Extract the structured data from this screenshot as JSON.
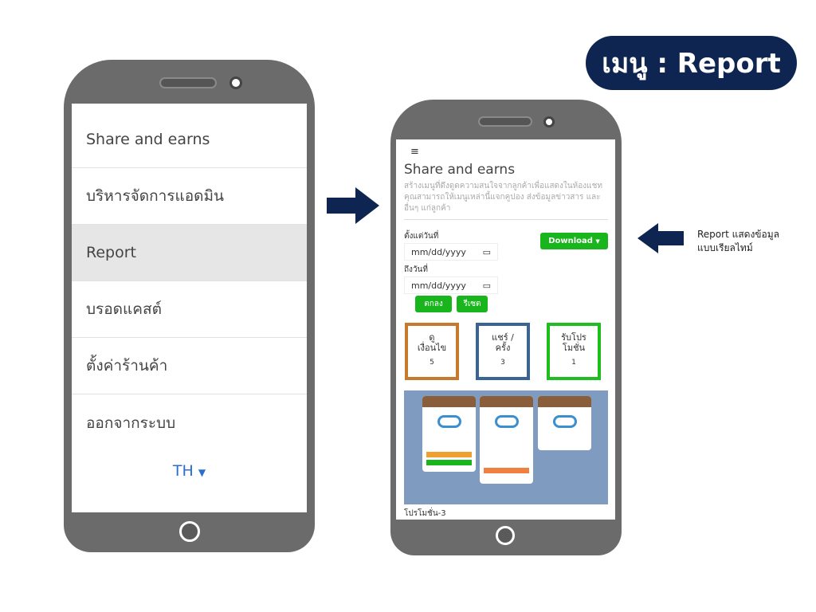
{
  "title_badge": "เมนู : Report",
  "left_phone": {
    "menu": [
      {
        "label": "Share and earns"
      },
      {
        "label": "บริหารจัดการแอดมิน"
      },
      {
        "label": "Report",
        "active": true
      },
      {
        "label": "บรอดแคสต์"
      },
      {
        "label": "ตั้งค่าร้านค้า"
      },
      {
        "label": "ออกจากระบบ"
      }
    ],
    "language": "TH"
  },
  "right_phone": {
    "page_title": "Share and earns",
    "description": "สร้างเมนูที่ดึงดูดความสนใจจากลูกค้าเพื่อแสดงในห้องแชท คุณสามารถให้เมนูเหล่านี้แจกคูปอง ส่งข้อมูลข่าวสาร และอื่นๆ แก่ลูกค้า",
    "from_label": "ตั้งแต่วันที่",
    "to_label": "ถึงวันที่",
    "date_placeholder": "mm/dd/yyyy",
    "download_label": "Download",
    "ok_label": "ตกลง",
    "reset_label": "รีเซต",
    "stats": [
      {
        "label": "ดู เงื่อนไข",
        "value": "5",
        "color": "#c77a2e"
      },
      {
        "label": "แชร์ / ครั้ง",
        "value": "3",
        "color": "#3a6495"
      },
      {
        "label": "รับโปร โมชั่น",
        "value": "1",
        "color": "#1fbd1f"
      }
    ],
    "promo_caption": "โปรโมชั่น-3"
  },
  "annotation": "Report แสดงข้อมูล แบบเรียลไทม์",
  "colors": {
    "navy": "#0d2550",
    "green": "#19b51c",
    "phone": "#6b6b6b"
  }
}
